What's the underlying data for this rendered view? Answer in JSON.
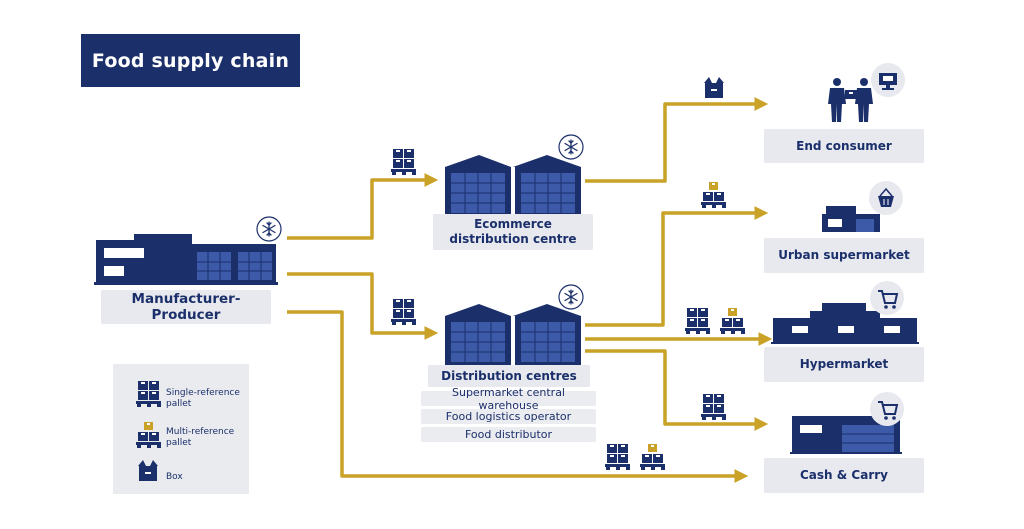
{
  "title": "Food supply chain",
  "nodes": {
    "manufacturer": "Manufacturer-Producer",
    "ecommerce_line1": "Ecommerce",
    "ecommerce_line2": "distribution centre",
    "distribution": "Distribution centres",
    "distribution_subs": [
      "Supermarket central warehouse",
      "Food logistics operator",
      "Food distributor"
    ],
    "end_consumer": "End consumer",
    "urban_supermarket": "Urban supermarket",
    "hypermarket": "Hypermarket",
    "cash_carry": "Cash & Carry"
  },
  "legend": {
    "single_line1": "Single-reference",
    "single_line2": "pallet",
    "multi_line1": "Multi-reference",
    "multi_line2": "pallet",
    "box": "Box"
  },
  "colors": {
    "navy": "#1b2f6b",
    "gold": "#c9a227",
    "label_bg": "#e7e9ee",
    "icon_circle": "#e7e9ee"
  },
  "icons": [
    "snowflake-icon",
    "pallet-icon",
    "multi-pallet-icon",
    "box-icon",
    "cart-icon",
    "basket-icon",
    "shop-screen-icon"
  ]
}
